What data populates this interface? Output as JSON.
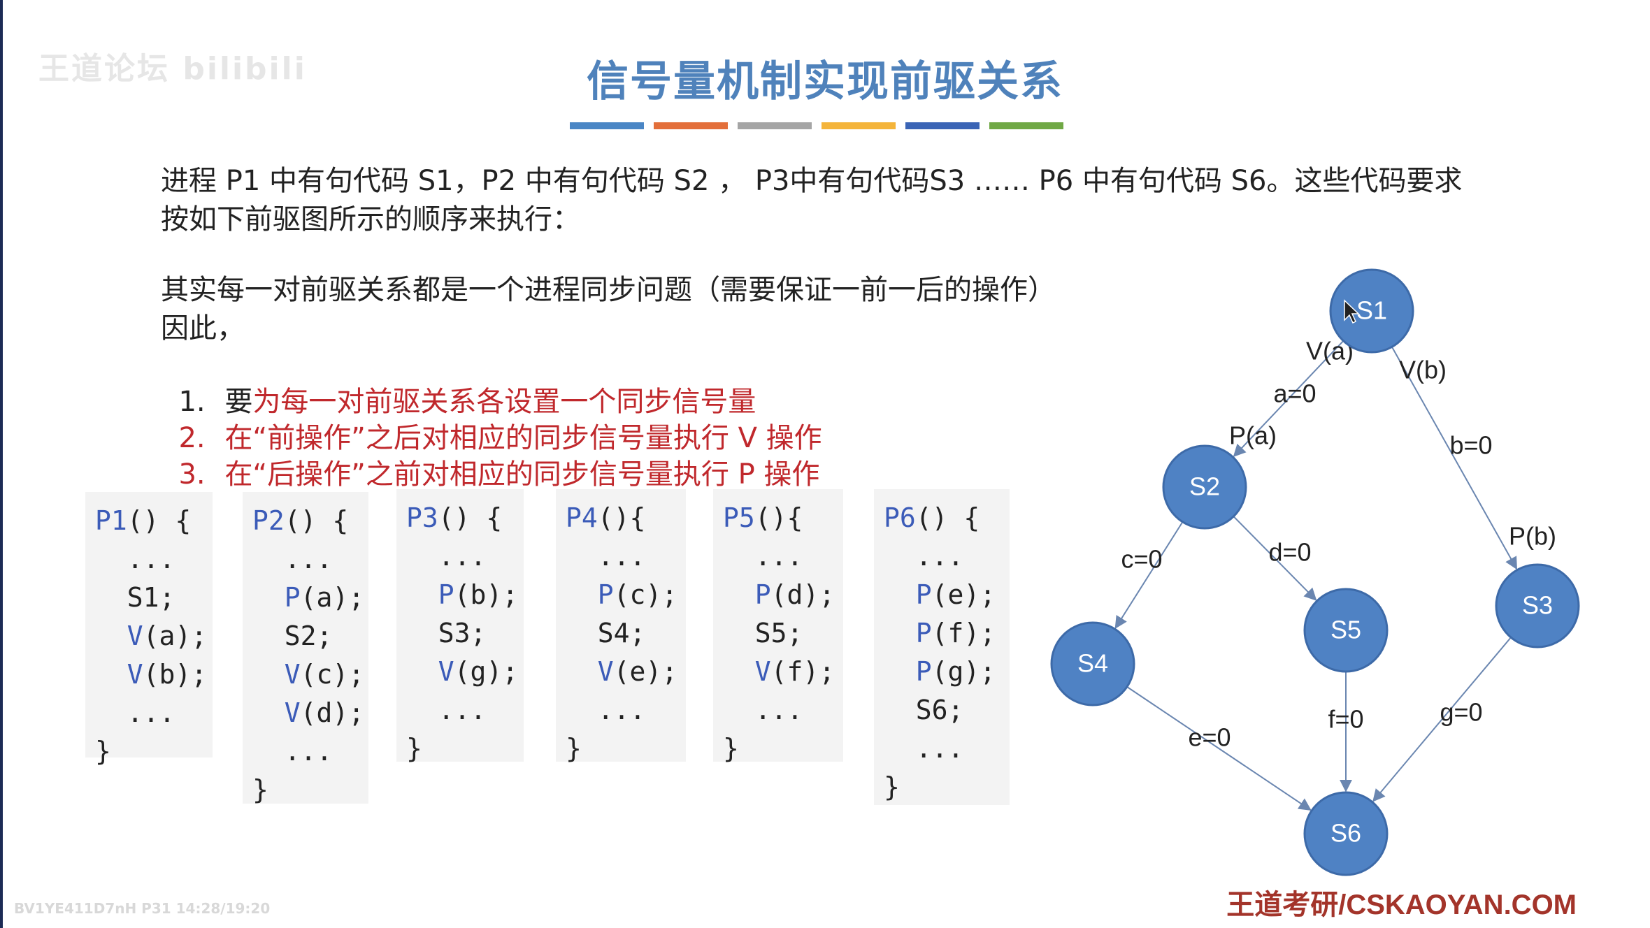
{
  "watermark": "王道论坛 bilibili",
  "title": "信号量机制实现前驱关系",
  "title_bar_colors": [
    "#4a86c5",
    "#e36f3a",
    "#a5a5a5",
    "#f4b43a",
    "#3a64b5",
    "#70a845"
  ],
  "intro": {
    "line1": "进程 P1 中有句代码 S1，P2 中有句代码 S2 ， P3中有句代码S3 …… P6 中有句代码 S6。这些代码要求",
    "line2": "按如下前驱图所示的顺序来执行："
  },
  "explain": {
    "line1": "其实每一对前驱关系都是一个进程同步问题（需要保证一前一后的操作）",
    "line2": "因此，"
  },
  "rules": [
    {
      "num": "1.",
      "prefix": "要",
      "text": "为每一对前驱关系各设置一个同步信号量"
    },
    {
      "num": "2.",
      "prefix": "",
      "text": "在“前操作”之后对相应的同步信号量执行 V 操作"
    },
    {
      "num": "3.",
      "prefix": "",
      "text": "在“后操作”之前对相应的同步信号量执行 P 操作"
    }
  ],
  "code_blocks": [
    {
      "name": "P1",
      "lines": [
        {
          "kw": "P1",
          "rest": "() {"
        },
        {
          "kw": "",
          "rest": "  ..."
        },
        {
          "kw": "",
          "rest": "  S1;"
        },
        {
          "kw": "  V",
          "rest": "(a);"
        },
        {
          "kw": "  V",
          "rest": "(b);"
        },
        {
          "kw": "",
          "rest": "  ..."
        },
        {
          "kw": "",
          "rest": "}"
        }
      ]
    },
    {
      "name": "P2",
      "lines": [
        {
          "kw": "P2",
          "rest": "() {"
        },
        {
          "kw": "",
          "rest": "  ..."
        },
        {
          "kw": "  P",
          "rest": "(a);"
        },
        {
          "kw": "",
          "rest": "  S2;"
        },
        {
          "kw": "  V",
          "rest": "(c);"
        },
        {
          "kw": "  V",
          "rest": "(d);"
        },
        {
          "kw": "",
          "rest": "  ..."
        },
        {
          "kw": "",
          "rest": "}"
        }
      ]
    },
    {
      "name": "P3",
      "lines": [
        {
          "kw": "P3",
          "rest": "() {"
        },
        {
          "kw": "",
          "rest": "  ..."
        },
        {
          "kw": "  P",
          "rest": "(b);"
        },
        {
          "kw": "",
          "rest": "  S3;"
        },
        {
          "kw": "  V",
          "rest": "(g);"
        },
        {
          "kw": "",
          "rest": "  ..."
        },
        {
          "kw": "",
          "rest": "}"
        }
      ]
    },
    {
      "name": "P4",
      "lines": [
        {
          "kw": "P4",
          "rest": "(){"
        },
        {
          "kw": "",
          "rest": "  ..."
        },
        {
          "kw": "  P",
          "rest": "(c);"
        },
        {
          "kw": "",
          "rest": "  S4;"
        },
        {
          "kw": "  V",
          "rest": "(e);"
        },
        {
          "kw": "",
          "rest": "  ..."
        },
        {
          "kw": "",
          "rest": "}"
        }
      ]
    },
    {
      "name": "P5",
      "lines": [
        {
          "kw": "P5",
          "rest": "(){"
        },
        {
          "kw": "",
          "rest": "  ..."
        },
        {
          "kw": "  P",
          "rest": "(d);"
        },
        {
          "kw": "",
          "rest": "  S5;"
        },
        {
          "kw": "  V",
          "rest": "(f);"
        },
        {
          "kw": "",
          "rest": "  ..."
        },
        {
          "kw": "",
          "rest": "}"
        }
      ]
    },
    {
      "name": "P6",
      "lines": [
        {
          "kw": "P6",
          "rest": "() {"
        },
        {
          "kw": "",
          "rest": "  ..."
        },
        {
          "kw": "  P",
          "rest": "(e);"
        },
        {
          "kw": "  P",
          "rest": "(f);"
        },
        {
          "kw": "  P",
          "rest": "(g);"
        },
        {
          "kw": "",
          "rest": "  S6;"
        },
        {
          "kw": "",
          "rest": "  ..."
        },
        {
          "kw": "",
          "rest": "}"
        }
      ]
    }
  ],
  "graph": {
    "node_color": "#4f82c4",
    "nodes": [
      "S1",
      "S2",
      "S3",
      "S4",
      "S5",
      "S6"
    ],
    "edges": [
      {
        "from": "S1",
        "to": "S2",
        "labels": [
          "V(a)",
          "a=0",
          "P(a)"
        ]
      },
      {
        "from": "S1",
        "to": "S3",
        "labels": [
          "V(b)",
          "b=0",
          "P(b)"
        ]
      },
      {
        "from": "S2",
        "to": "S4",
        "labels": [
          "c=0"
        ]
      },
      {
        "from": "S2",
        "to": "S5",
        "labels": [
          "d=0"
        ]
      },
      {
        "from": "S4",
        "to": "S6",
        "labels": [
          "e=0"
        ]
      },
      {
        "from": "S5",
        "to": "S6",
        "labels": [
          "f=0"
        ]
      },
      {
        "from": "S3",
        "to": "S6",
        "labels": [
          "g=0"
        ]
      }
    ]
  },
  "footer": "王道考研/CSKAOYAN.COM",
  "video_info": "BV1YE411D7nH P31 14:28/19:20"
}
